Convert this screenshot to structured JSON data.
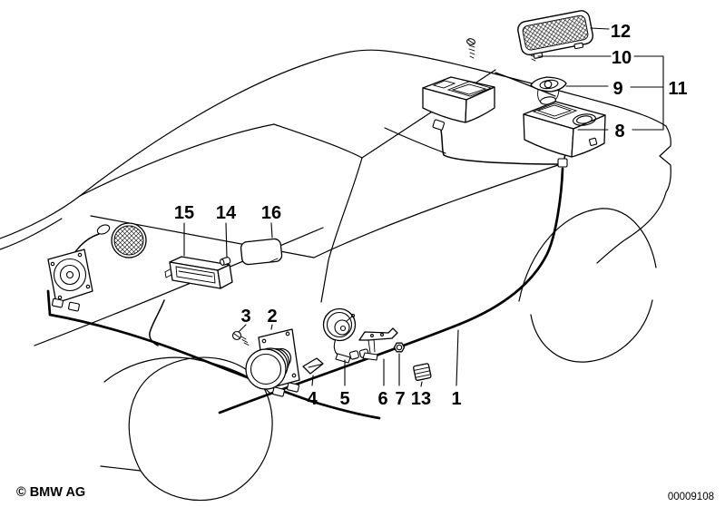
{
  "diagram": {
    "copyright": "© BMW AG",
    "document_number": "00009108",
    "colors": {
      "line": "#000000",
      "background": "#ffffff"
    },
    "callouts": [
      {
        "label": "1"
      },
      {
        "label": "2"
      },
      {
        "label": "3"
      },
      {
        "label": "4"
      },
      {
        "label": "5"
      },
      {
        "label": "6"
      },
      {
        "label": "7"
      },
      {
        "label": "8"
      },
      {
        "label": "9"
      },
      {
        "label": "10"
      },
      {
        "label": "11"
      },
      {
        "label": "12"
      },
      {
        "label": "13"
      },
      {
        "label": "14"
      },
      {
        "label": "15"
      },
      {
        "label": "16"
      }
    ]
  }
}
